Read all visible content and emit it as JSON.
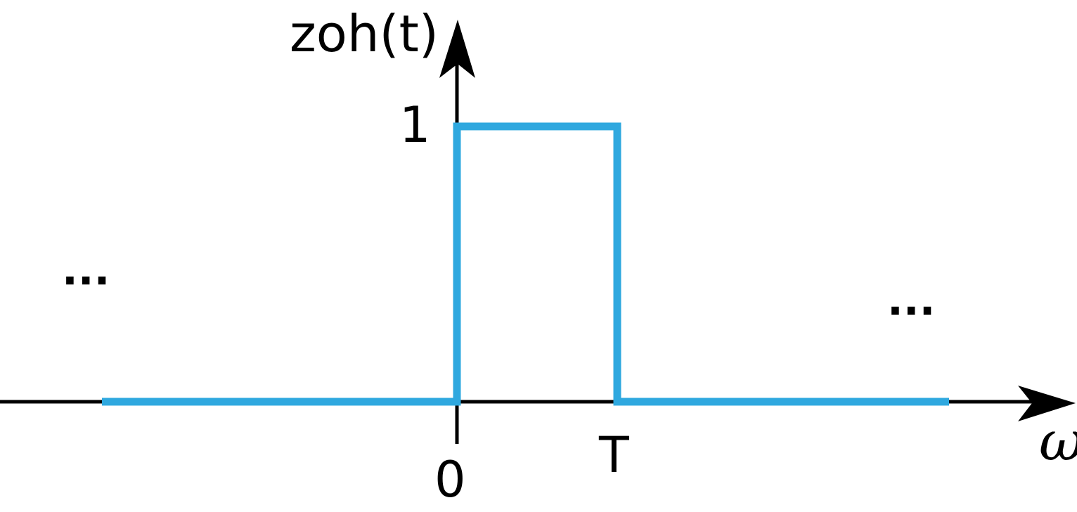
{
  "chart_data": {
    "type": "line",
    "ylabel": "zoh(t)",
    "xlabel": "ω",
    "xticks": [
      "0",
      "T"
    ],
    "yticks": [
      "1"
    ],
    "continuation_marks": [
      "...",
      "..."
    ],
    "series": [
      {
        "values": [
          {
            "x": "-∞",
            "y": 0
          },
          {
            "x": "0",
            "y": 0
          },
          {
            "x": "0",
            "y": 1
          },
          {
            "x": "T",
            "y": 1
          },
          {
            "x": "T",
            "y": 0
          },
          {
            "x": "+∞",
            "y": 0
          }
        ]
      }
    ],
    "colors": {
      "signal": "#2fa8df",
      "axes": "#000000"
    }
  }
}
